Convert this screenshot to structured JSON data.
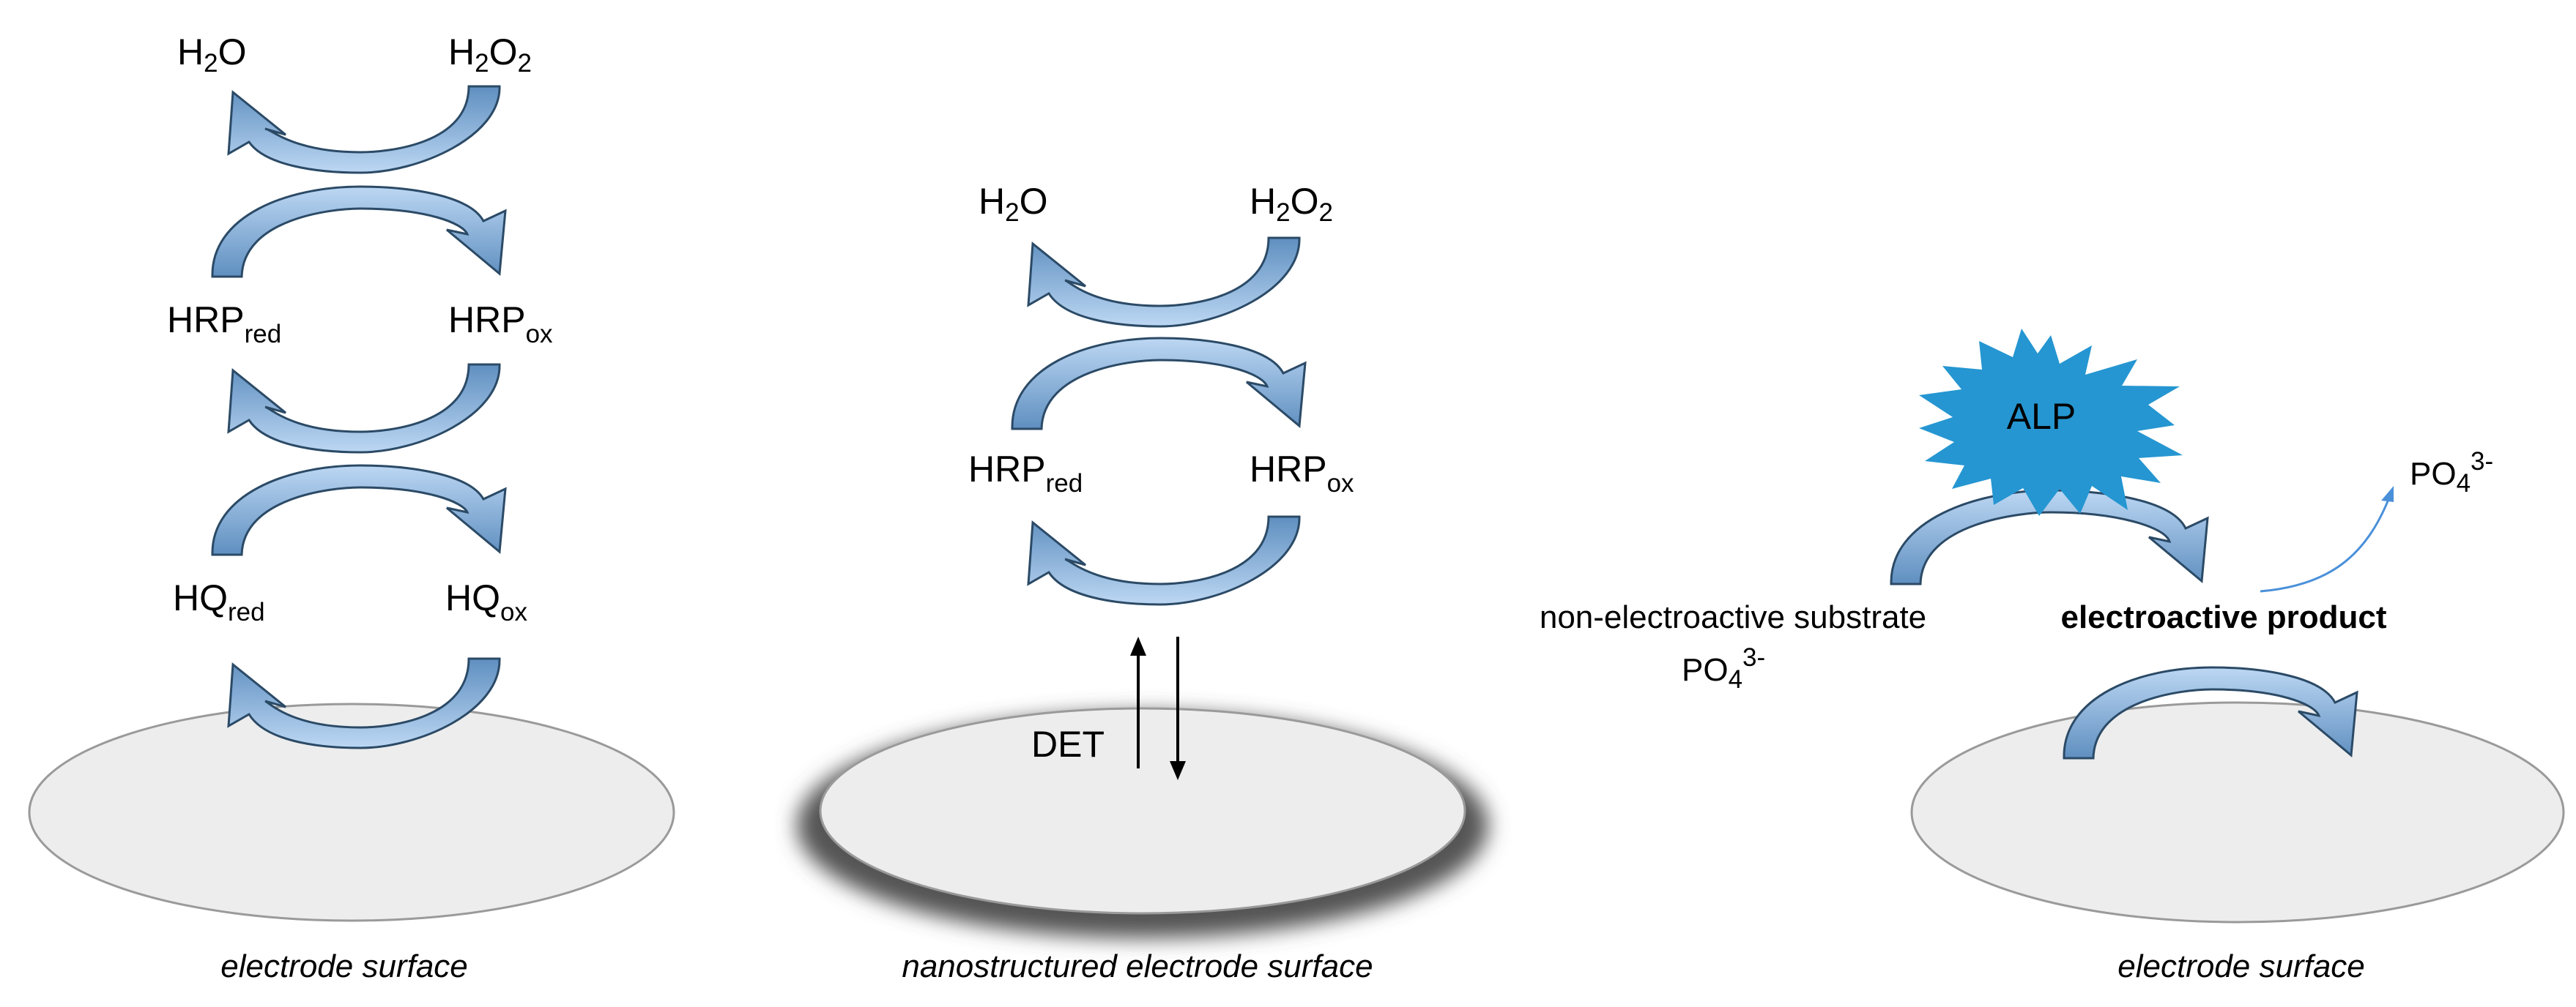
{
  "colors": {
    "arrow_fill_light": "#bcd7f3",
    "arrow_fill_dark": "#5f8fc0",
    "arrow_stroke": "#2b4a66",
    "electrode_fill": "#ededed",
    "electrode_stroke": "#9a9a9a",
    "alp_burst": "#2596d1",
    "thin_arrow": "#4a90d9"
  },
  "panel1": {
    "h2o": {
      "main": "H",
      "sub": "2",
      "rest": "O"
    },
    "h2o2": {
      "main": "H",
      "sub1": "2",
      "mid": "O",
      "sub2": "2"
    },
    "hrp_red": {
      "main": "HRP",
      "sub": "red"
    },
    "hrp_ox": {
      "main": "HRP",
      "sub": "ox"
    },
    "hq_red": {
      "main": "HQ",
      "sub": "red"
    },
    "hq_ox": {
      "main": "HQ",
      "sub": "ox"
    },
    "caption": "electrode surface"
  },
  "panel2": {
    "h2o": {
      "main": "H",
      "sub": "2",
      "rest": "O"
    },
    "h2o2": {
      "main": "H",
      "sub1": "2",
      "mid": "O",
      "sub2": "2"
    },
    "hrp_red": {
      "main": "HRP",
      "sub": "red"
    },
    "hrp_ox": {
      "main": "HRP",
      "sub": "ox"
    },
    "det": "DET",
    "caption": "nanostructured electrode surface"
  },
  "panel3": {
    "enzyme": "ALP",
    "phosphate_top": {
      "main": "PO",
      "sub": "4",
      "sup": "3-"
    },
    "substrate": "non-electroactive substrate",
    "phosphate_bottom": {
      "main": "PO",
      "sub": "4",
      "sup": "3-"
    },
    "product": "electroactive product",
    "caption": "electrode surface"
  }
}
